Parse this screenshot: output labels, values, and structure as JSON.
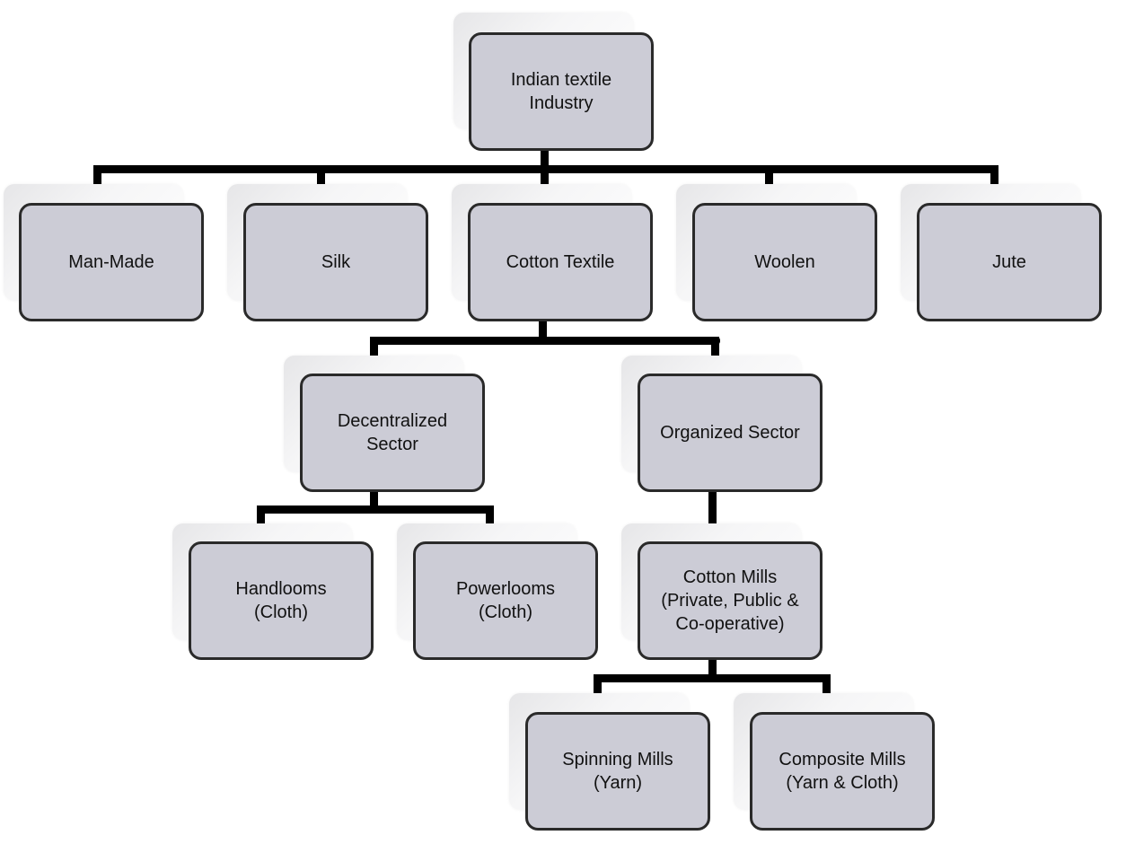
{
  "diagram": {
    "title": "Indian textile Industry hierarchy",
    "colors": {
      "node_fill": "#ccccd6",
      "node_border": "#2a2a2a",
      "connector": "#000000"
    },
    "nodes": {
      "root": "Indian textile\nIndustry",
      "man_made": "Man-Made",
      "silk": "Silk",
      "cotton_textile": "Cotton Textile",
      "woolen": "Woolen",
      "jute": "Jute",
      "decentralized": "Decentralized\nSector",
      "organized": "Organized Sector",
      "handlooms": "Handlooms\n(Cloth)",
      "powerlooms": "Powerlooms\n(Cloth)",
      "cotton_mills": "Cotton Mills\n(Private, Public &\nCo-operative)",
      "spinning": "Spinning Mills\n(Yarn)",
      "composite": "Composite Mills\n(Yarn & Cloth)"
    },
    "edges": [
      [
        "root",
        "man_made"
      ],
      [
        "root",
        "silk"
      ],
      [
        "root",
        "cotton_textile"
      ],
      [
        "root",
        "woolen"
      ],
      [
        "root",
        "jute"
      ],
      [
        "cotton_textile",
        "decentralized"
      ],
      [
        "cotton_textile",
        "organized"
      ],
      [
        "decentralized",
        "handlooms"
      ],
      [
        "decentralized",
        "powerlooms"
      ],
      [
        "organized",
        "cotton_mills"
      ],
      [
        "cotton_mills",
        "spinning"
      ],
      [
        "cotton_mills",
        "composite"
      ]
    ]
  }
}
